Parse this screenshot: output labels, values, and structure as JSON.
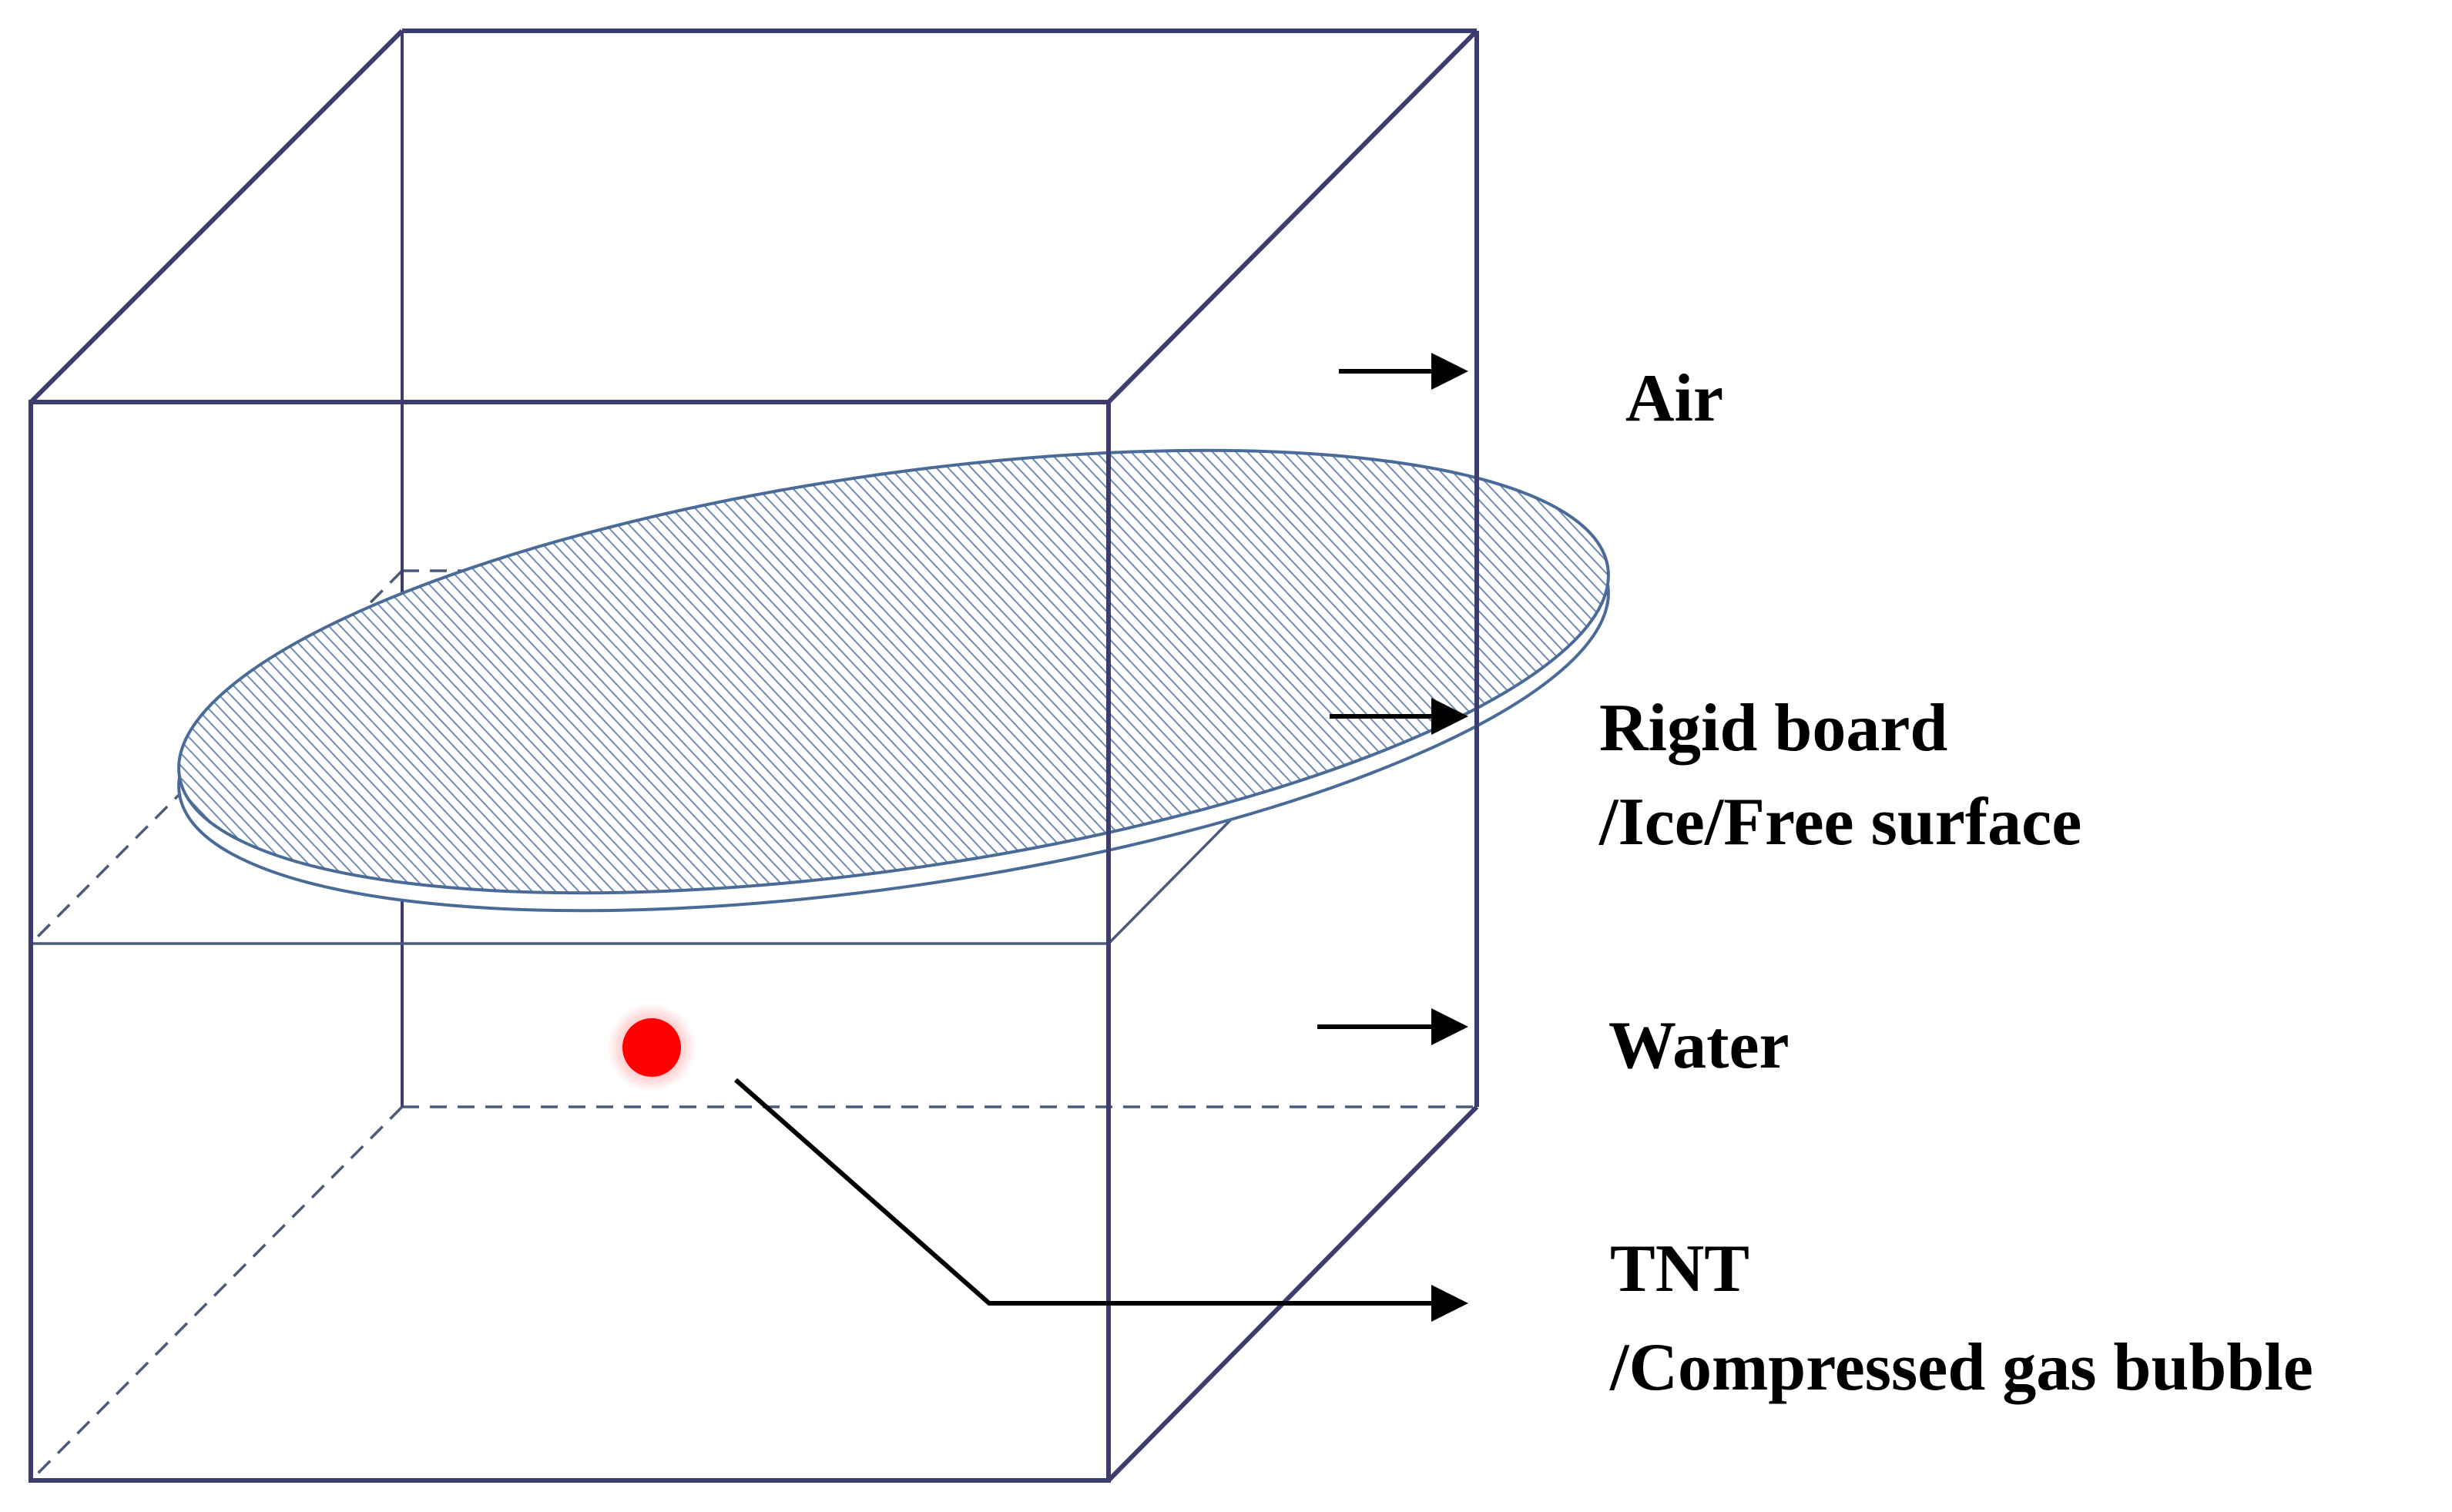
{
  "labels": {
    "air": "Air",
    "rigid_board_line1": "Rigid board",
    "rigid_board_line2": "/Ice/Free surface",
    "water": "Water",
    "tnt_line1": "TNT",
    "tnt_line2": "/Compressed gas bubble"
  },
  "colors": {
    "box_edge": "#3c3c6e",
    "plane_edge": "#4a5a7a",
    "disk_edge": "#4a6a98",
    "disk_hatch": "#6e8cb4",
    "charge": "#ff0000",
    "arrow": "#000000"
  }
}
